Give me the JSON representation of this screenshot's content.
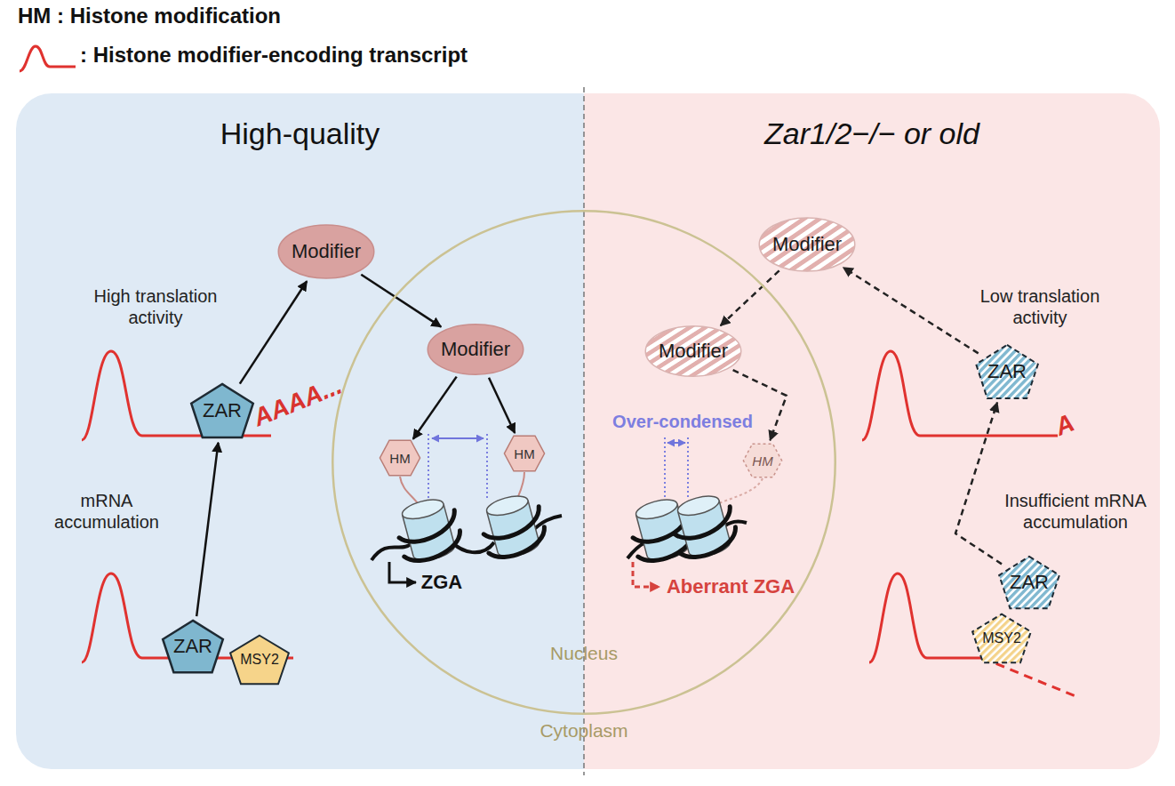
{
  "diagram": {
    "nodes": [
      {
        "text": [
          "High-quality"
        ]
      },
      {
        "text": [
          "Zar1/2−/− or old"
        ]
      },
      {
        "text": [
          "Nucleus"
        ]
      },
      {
        "text": [
          "Modifier"
        ],
        "in": 0
      },
      {
        "text": [
          "Modifier"
        ],
        "in": 2
      },
      {
        "text": [
          "ZAR"
        ],
        "in": 0
      },
      {
        "text": [
          "ZAR"
        ],
        "in": 0
      },
      {
        "text": [
          "MSY2"
        ],
        "in": 0
      },
      {
        "text": [
          "HM"
        ],
        "in": 2
      },
      {
        "text": [
          "HM"
        ],
        "in": 2
      },
      {
        "text": [
          "Modifier"
        ],
        "in": 1
      },
      {
        "text": [
          "Modifier"
        ],
        "in": 2
      },
      {
        "text": [
          "ZAR"
        ],
        "in": 1
      },
      {
        "text": [
          "ZAR"
        ],
        "in": 1
      },
      {
        "text": [
          "MSY2"
        ],
        "in": 1
      },
      {
        "text": [
          "HM"
        ],
        "in": 2
      }
    ],
    "edges": [
      {
        "from": 6,
        "to": 5,
        "arrow": "to"
      },
      {
        "from": 5,
        "to": 3,
        "arrow": "to"
      },
      {
        "from": 3,
        "to": 4,
        "arrow": "to"
      },
      {
        "from": 4,
        "to": 8,
        "arrow": "to"
      },
      {
        "from": 4,
        "to": 9,
        "arrow": "to"
      },
      {
        "from": 13,
        "to": 12,
        "arrow": "to"
      },
      {
        "from": 12,
        "to": 10,
        "arrow": "to"
      },
      {
        "from": 10,
        "to": 11,
        "arrow": "to"
      },
      {
        "from": 11,
        "to": 15,
        "arrow": "to"
      }
    ],
    "labels": [
      "High translation activity",
      "mRNA accumulation",
      "AAAA...",
      "ZGA",
      "Over-condensed",
      "Aberrant ZGA",
      "Cytoplasm",
      "Low translation activity",
      "Insufficient mRNA accumulation",
      "A"
    ],
    "legend": [
      {
        "text": "HM : Histone modification"
      },
      {
        "text": ": Histone modifier-encoding transcript"
      }
    ]
  }
}
